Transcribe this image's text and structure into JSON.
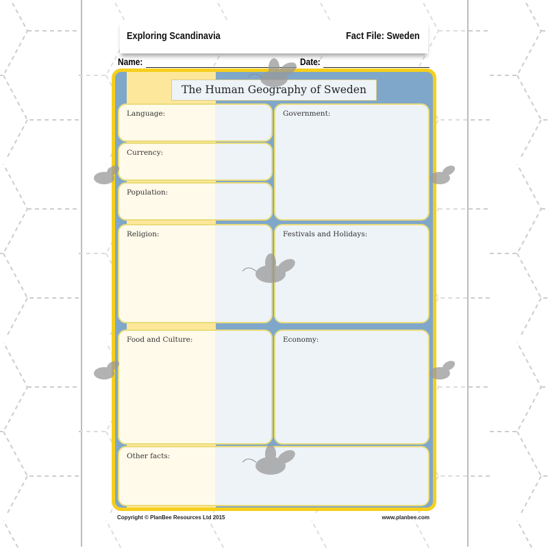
{
  "header": {
    "left": "Exploring Scandinavia",
    "right": "Fact File: Sweden"
  },
  "fields": {
    "name_label": "Name:",
    "date_label": "Date:"
  },
  "title": "The Human Geography of Sweden",
  "boxes": {
    "language": "Language:",
    "currency": "Currency:",
    "population": "Population:",
    "government": "Government:",
    "religion": "Religion:",
    "festivals": "Festivals and Holidays:",
    "food": "Food and Culture:",
    "economy": "Economy:",
    "other": "Other facts:"
  },
  "footer": {
    "copyright": "Copyright © PlanBee Resources Ltd 2015",
    "website": "www.planbee.com"
  },
  "colors": {
    "frame": "#f6cf1c",
    "blue": "#7fa7c9",
    "pale_yellow": "#fde79a",
    "box_border": "#e9dc7a"
  }
}
